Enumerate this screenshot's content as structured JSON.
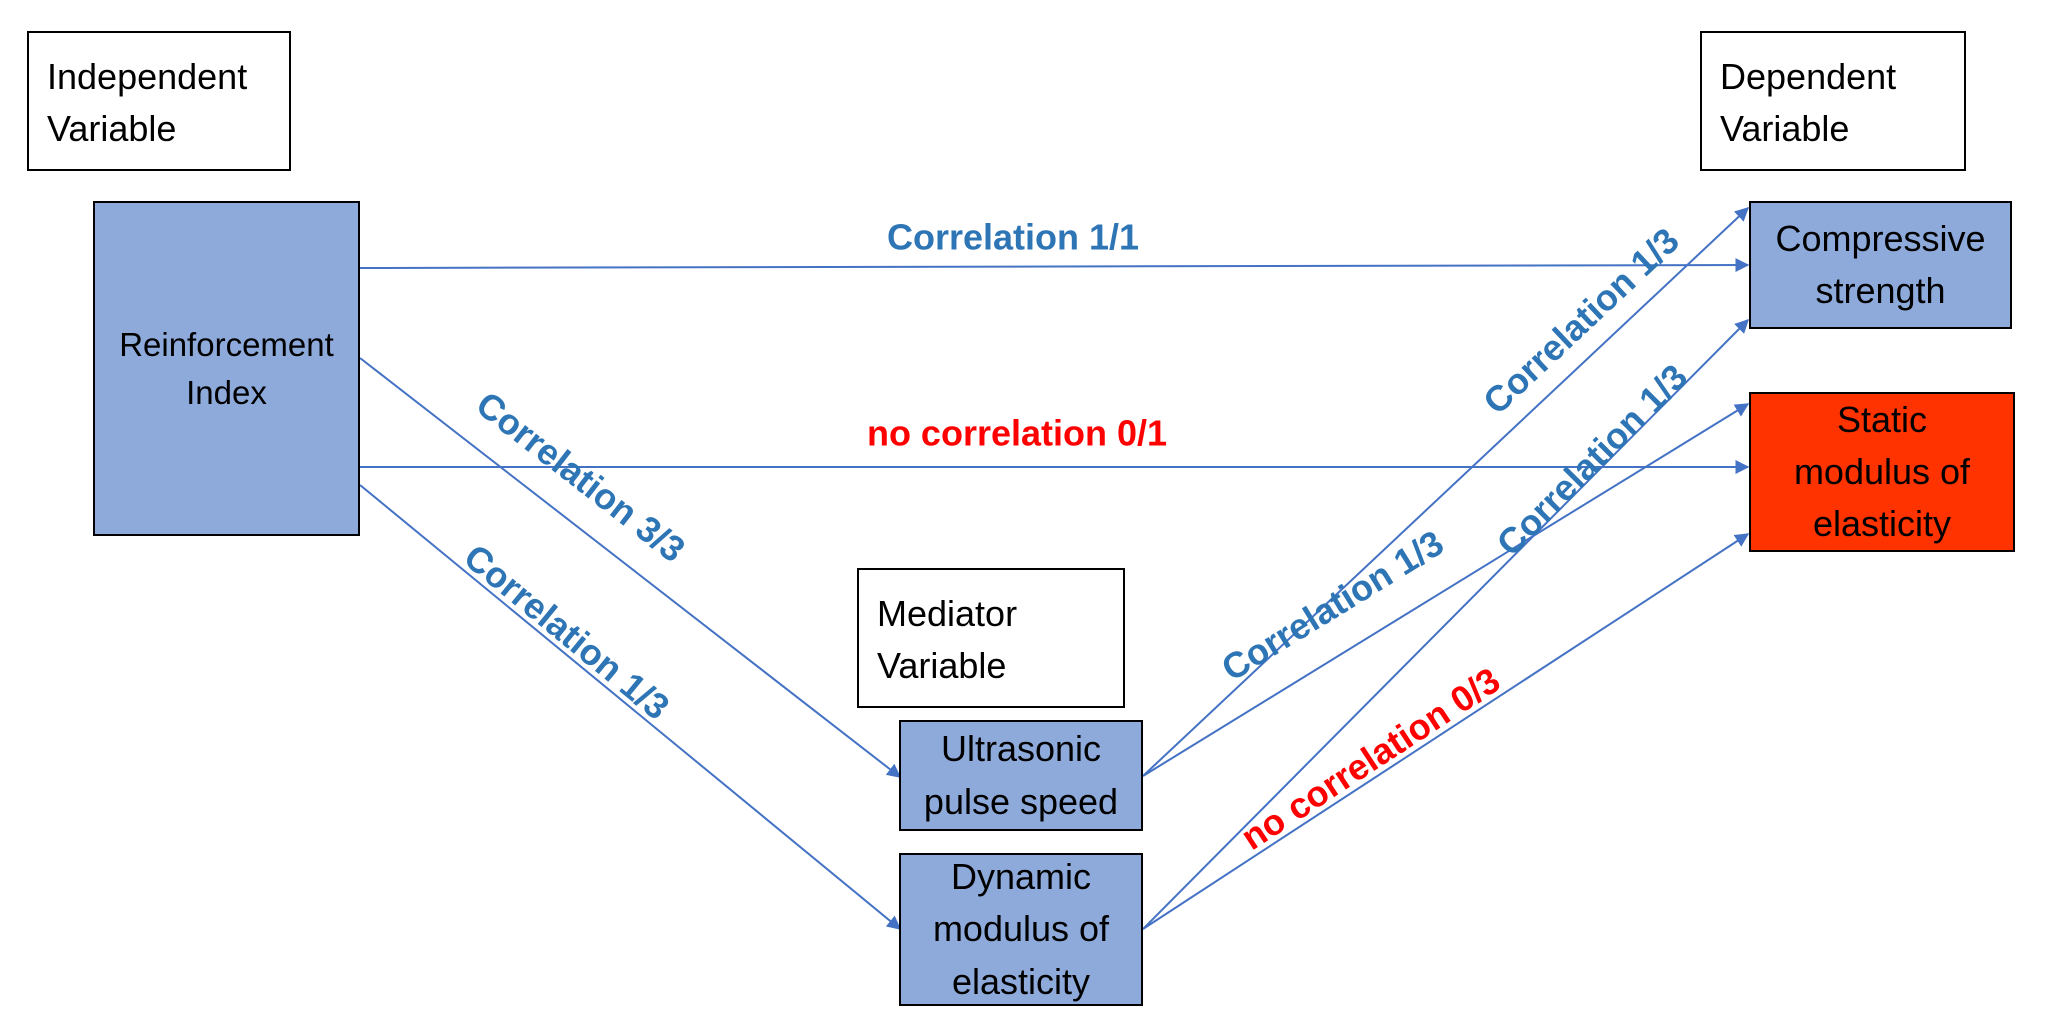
{
  "colors": {
    "node_fill": "#8eaadb",
    "dependent_highlight_fill": "#ff3300",
    "arrow": "#4472c4",
    "correlation_label": "#2e75b6",
    "no_correlation_label": "#ff0000"
  },
  "labels": {
    "independent": "Independent\nVariable",
    "dependent": "Dependent\nVariable",
    "mediator": "Mediator\nVariable"
  },
  "nodes": {
    "reinforcement": "Reinforcement\nIndex",
    "compressive": "Compressive\nstrength",
    "static": "Static\nmodulus of\nelasticity",
    "ultrasonic": "Ultrasonic\npulse speed",
    "dynamic": "Dynamic\nmodulus of\nelasticity"
  },
  "edges": [
    {
      "from": "reinforcement",
      "to": "compressive",
      "label": "Correlation 1/1",
      "kind": "correlation"
    },
    {
      "from": "reinforcement",
      "to": "static",
      "label": "no correlation 0/1",
      "kind": "no-correlation"
    },
    {
      "from": "reinforcement",
      "to": "ultrasonic",
      "label": "Correlation 3/3",
      "kind": "correlation"
    },
    {
      "from": "reinforcement",
      "to": "dynamic",
      "label": "Correlation 1/3",
      "kind": "correlation"
    },
    {
      "from": "ultrasonic",
      "to": "compressive",
      "label": "Correlation 1/3",
      "kind": "correlation"
    },
    {
      "from": "ultrasonic",
      "to": "static",
      "label": "Correlation 1/3",
      "kind": "correlation"
    },
    {
      "from": "dynamic",
      "to": "compressive",
      "label": "Correlation 1/3",
      "kind": "correlation"
    },
    {
      "from": "dynamic",
      "to": "static",
      "label": "no correlation 0/3",
      "kind": "no-correlation"
    }
  ]
}
